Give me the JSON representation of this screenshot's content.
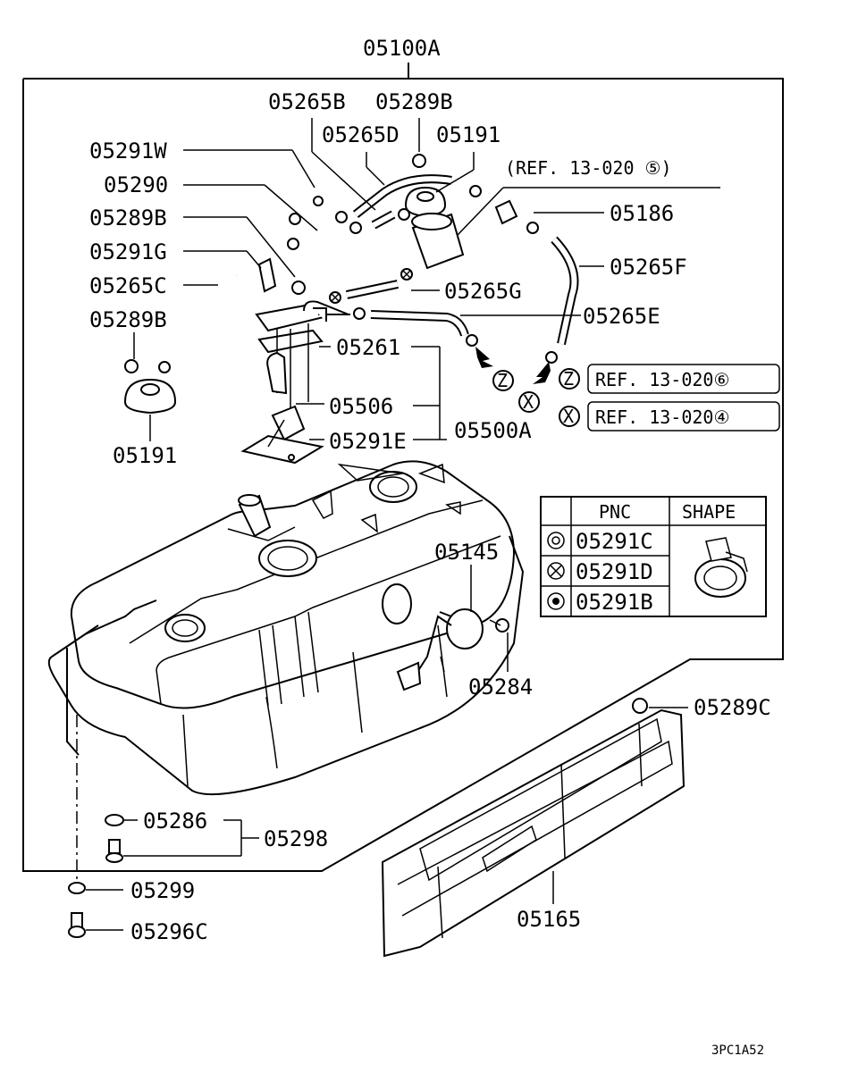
{
  "diagram": {
    "assembly_label": "05100A",
    "part_labels": {
      "p05265B": "05265B",
      "p05289B_top": "05289B",
      "p05265D": "05265D",
      "p05191_top": "05191",
      "p05291W": "05291W",
      "p05290": "05290",
      "p05289B_left": "05289B",
      "p05291G": "05291G",
      "p05265C": "05265C",
      "p05289B_low": "05289B",
      "p05191_left": "05191",
      "p05186": "05186",
      "p05265F": "05265F",
      "p05265G": "05265G",
      "p05265E": "05265E",
      "p05261": "05261",
      "p05506": "05506",
      "p05500A": "05500A",
      "p05291E": "05291E",
      "p05145": "05145",
      "p05284": "05284",
      "p05289C": "05289C",
      "p05286": "05286",
      "p05298": "05298",
      "p05299": "05299",
      "p05296C": "05296C",
      "p05165": "05165"
    },
    "ref_note": "(REF. 13-020 ⑤)",
    "ref_boxes": [
      {
        "marker": "Z",
        "text": "REF. 13-020⑥"
      },
      {
        "marker": "X",
        "text": "REF. 13-020④"
      }
    ],
    "markers": {
      "z": "Z",
      "x": "X"
    },
    "pnc_table": {
      "header_pnc": "PNC",
      "header_shape": "SHAPE",
      "rows": [
        {
          "symbol": "double-circle",
          "pnc": "05291C"
        },
        {
          "symbol": "crossed-circle",
          "pnc": "05291D"
        },
        {
          "symbol": "dotted-circle",
          "pnc": "05291B"
        }
      ]
    },
    "figure_code": "3PC1A52"
  }
}
